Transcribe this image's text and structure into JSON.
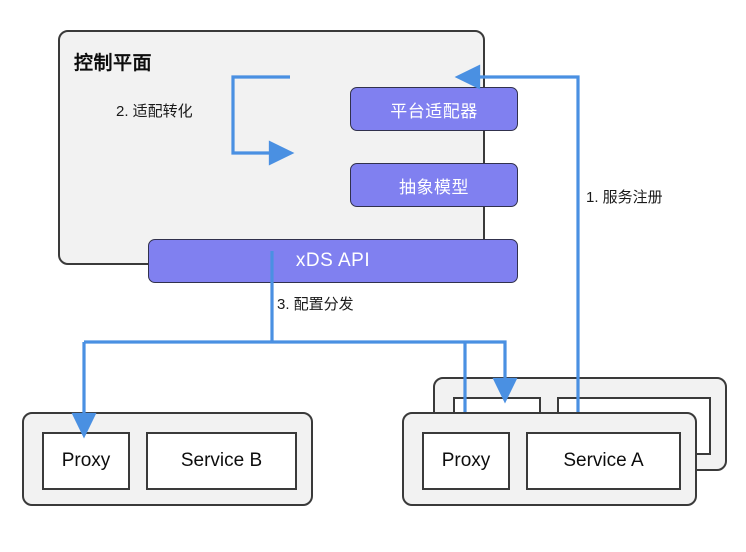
{
  "diagram": {
    "title_visible": false,
    "colors": {
      "accent_purple": "#8080F0",
      "arrow_blue": "#4A90E2",
      "card_fill": "#F2F2F2",
      "border_dark": "#3A3A3A",
      "inner_fill": "#FFFFFF",
      "background": "#FFFFFF"
    }
  },
  "control_plane": {
    "title": "控制平面",
    "boxes": [
      {
        "id": "adapter",
        "label": "平台适配器"
      },
      {
        "id": "model",
        "label": "抽象模型"
      },
      {
        "id": "xds",
        "label": "xDS API"
      }
    ]
  },
  "edges": [
    {
      "id": "register",
      "label": "1. 服务注册",
      "from": "service-a-card",
      "to": "platform-adapter"
    },
    {
      "id": "adapt",
      "label": "2. 适配转化",
      "from": "platform-adapter",
      "to": "abstract-model"
    },
    {
      "id": "distribute",
      "label": "3. 配置分发",
      "from": "xds-api",
      "to": "proxies"
    }
  ],
  "service_cards": [
    {
      "id": "service-b",
      "proxy_label": "Proxy",
      "service_label": "Service B",
      "stacked": false
    },
    {
      "id": "service-a",
      "proxy_label": "Proxy",
      "service_label": "Service A",
      "stacked": true,
      "back_proxy_label": "",
      "back_service_label": ""
    }
  ]
}
